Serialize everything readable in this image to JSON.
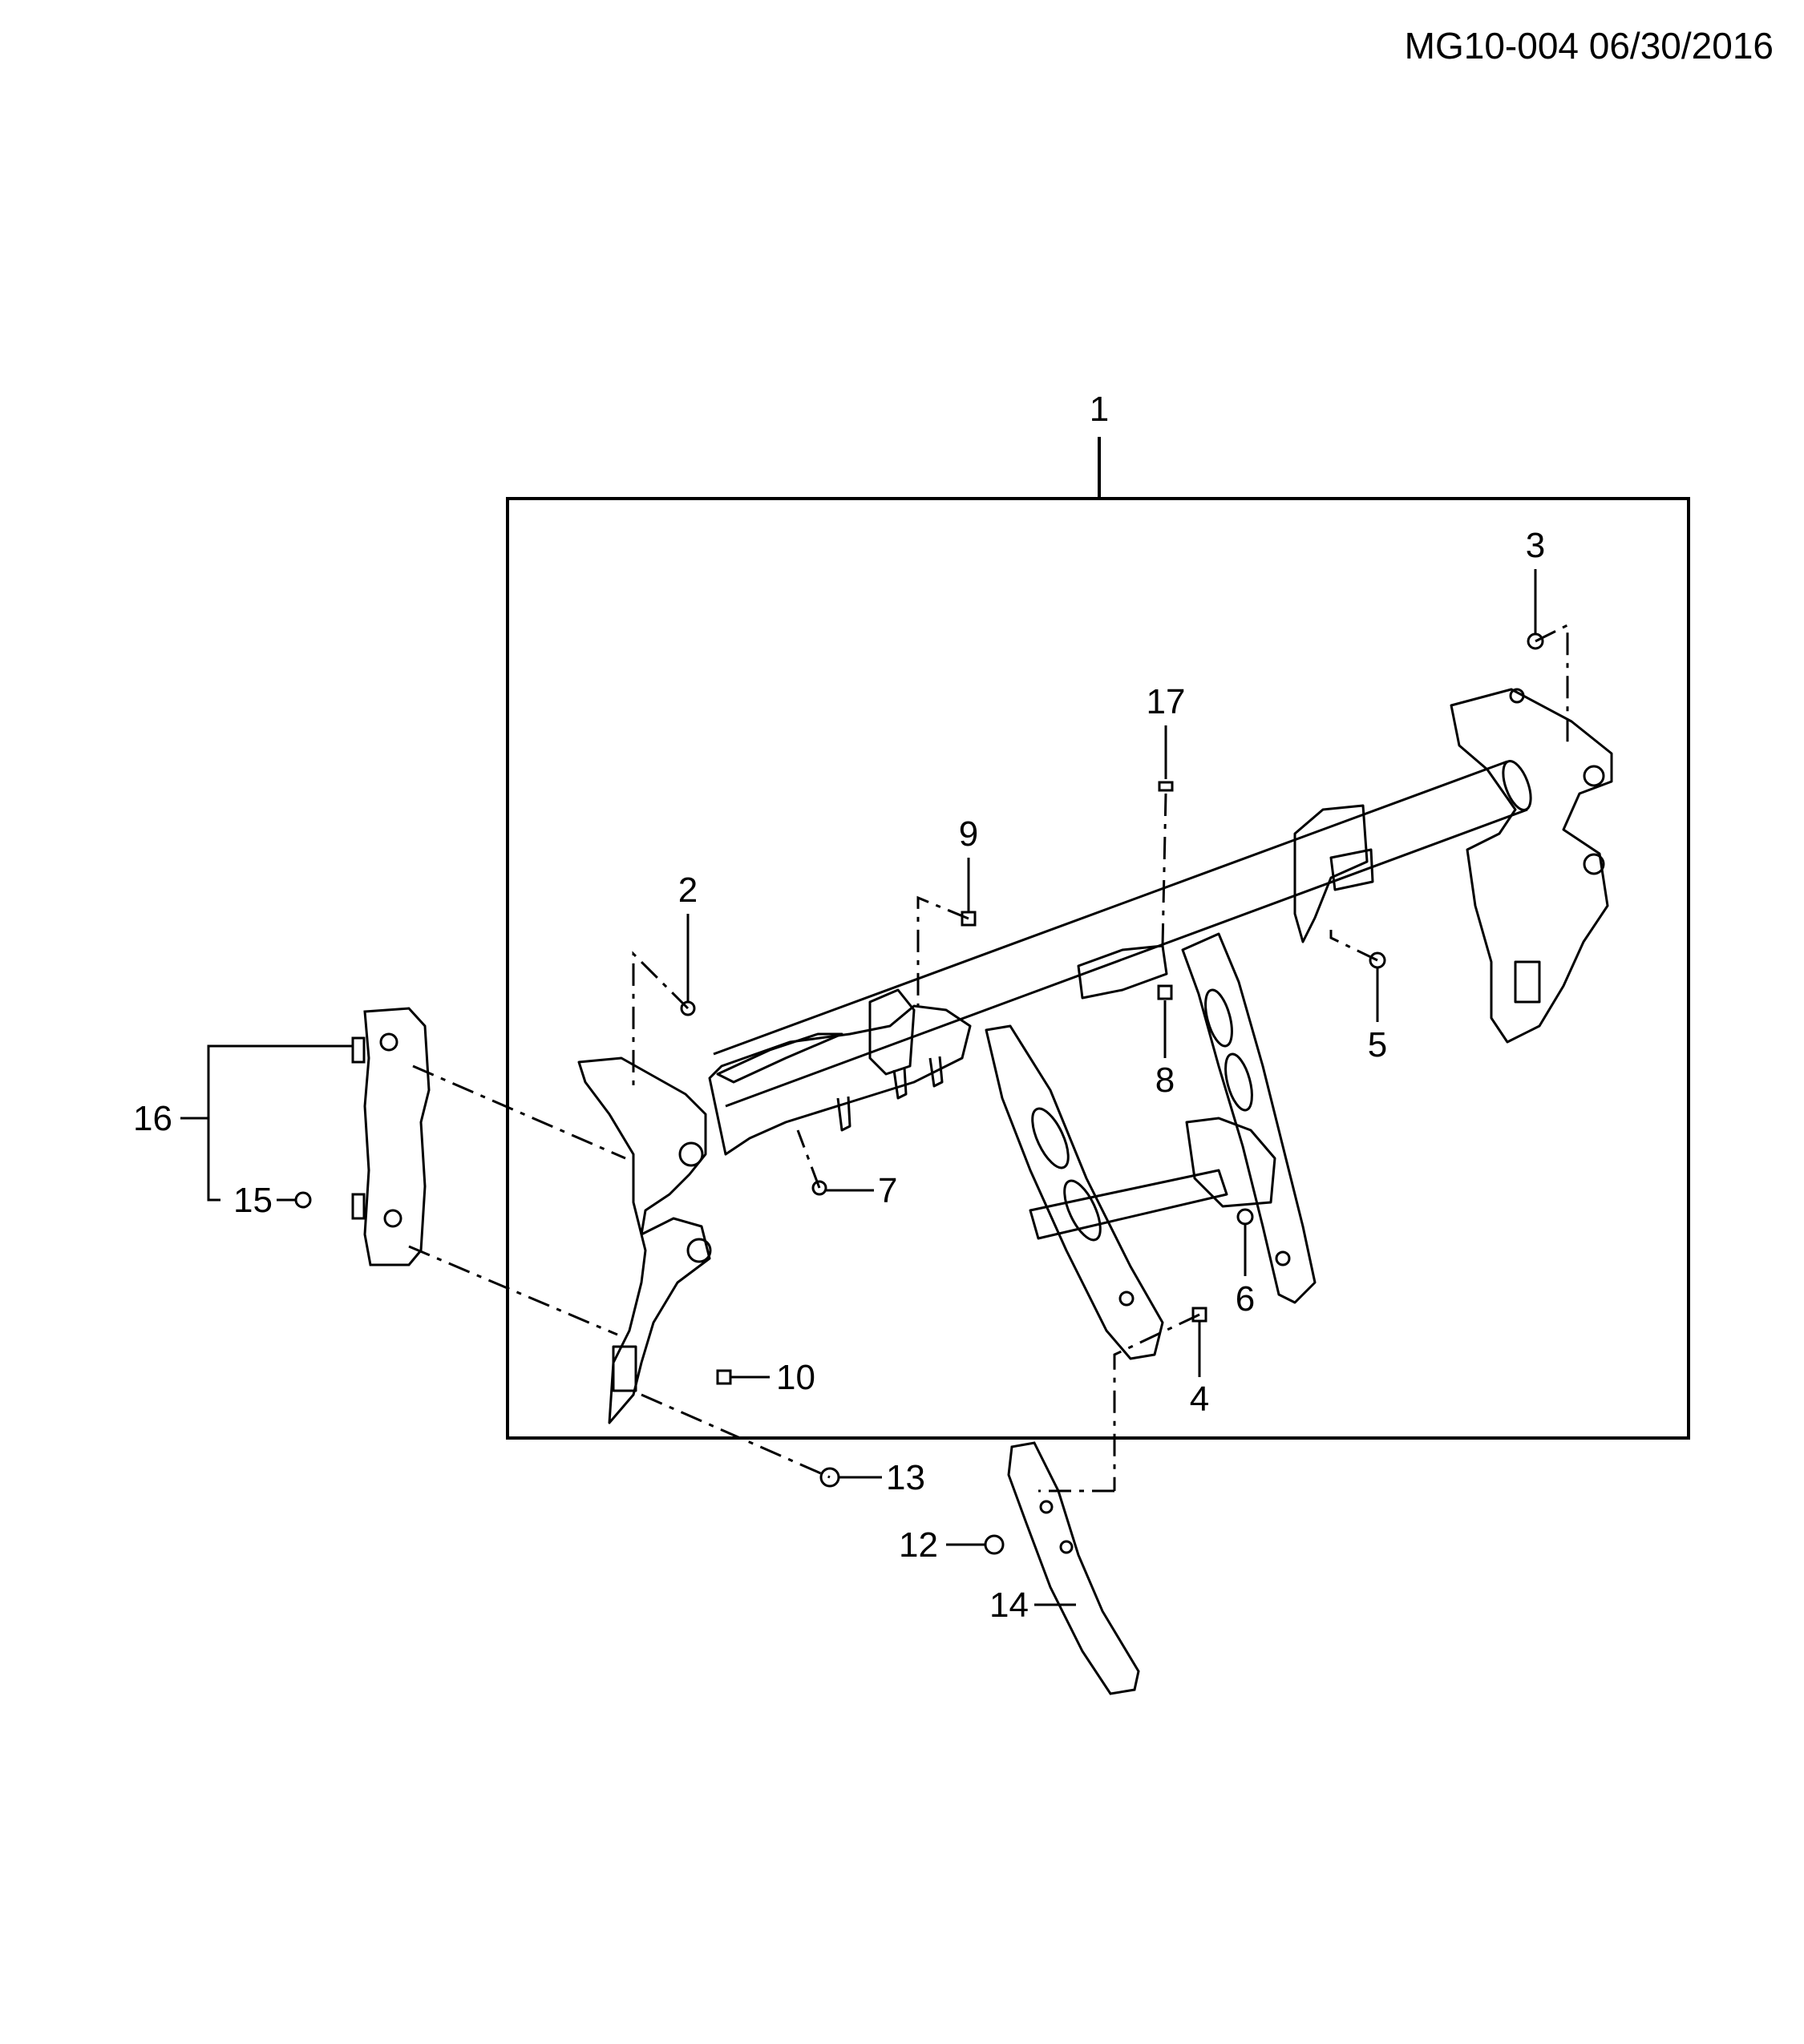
{
  "reference": "MG10-004 06/30/2016",
  "callouts": [
    {
      "id": "1",
      "label": "1"
    },
    {
      "id": "2",
      "label": "2"
    },
    {
      "id": "3",
      "label": "3"
    },
    {
      "id": "4",
      "label": "4"
    },
    {
      "id": "5",
      "label": "5"
    },
    {
      "id": "6",
      "label": "6"
    },
    {
      "id": "7",
      "label": "7"
    },
    {
      "id": "8",
      "label": "8"
    },
    {
      "id": "9",
      "label": "9"
    },
    {
      "id": "10",
      "label": "10"
    },
    {
      "id": "12",
      "label": "12"
    },
    {
      "id": "13",
      "label": "13"
    },
    {
      "id": "14",
      "label": "14"
    },
    {
      "id": "15",
      "label": "15"
    },
    {
      "id": "16",
      "label": "16"
    },
    {
      "id": "17",
      "label": "17"
    }
  ]
}
